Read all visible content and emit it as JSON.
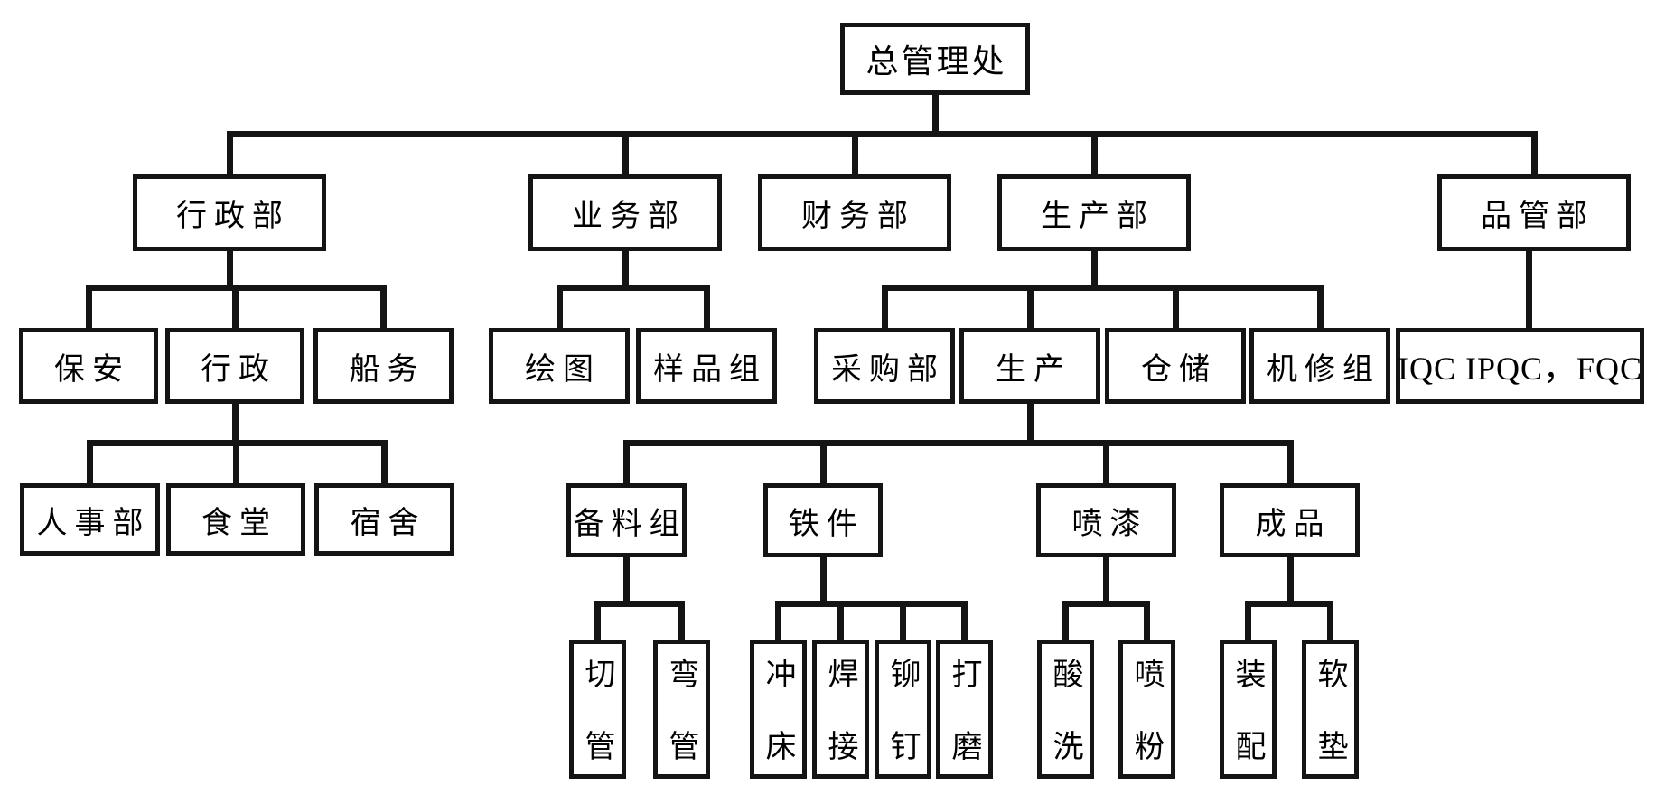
{
  "colors": {
    "background": "#ffffff",
    "line": "#141414",
    "text": "#000000"
  },
  "tree": {
    "label": "总管理处",
    "children": [
      {
        "label": "行政部",
        "children": [
          {
            "label": "保安"
          },
          {
            "label": "行政",
            "children": [
              {
                "label": "人事部"
              },
              {
                "label": "食堂"
              },
              {
                "label": "宿舍"
              }
            ]
          },
          {
            "label": "船务"
          }
        ]
      },
      {
        "label": "业务部",
        "children": [
          {
            "label": "绘图"
          },
          {
            "label": "样品组"
          }
        ]
      },
      {
        "label": "财务部"
      },
      {
        "label": "生产部",
        "children": [
          {
            "label": "采购部"
          },
          {
            "label": "生产",
            "children": [
              {
                "label": "备料组",
                "children": [
                  {
                    "label": "切管"
                  },
                  {
                    "label": "弯管"
                  }
                ]
              },
              {
                "label": "铁件",
                "children": [
                  {
                    "label": "冲床"
                  },
                  {
                    "label": "焊接"
                  },
                  {
                    "label": "铆钉"
                  },
                  {
                    "label": "打磨"
                  }
                ]
              },
              {
                "label": "喷漆",
                "children": [
                  {
                    "label": "酸洗"
                  },
                  {
                    "label": "喷粉"
                  }
                ]
              },
              {
                "label": "成品",
                "children": [
                  {
                    "label": "装配"
                  },
                  {
                    "label": "软垫"
                  }
                ]
              }
            ]
          },
          {
            "label": "仓储"
          },
          {
            "label": "机修组"
          }
        ]
      },
      {
        "label": "品管部",
        "children": [
          {
            "label": "IQC IPQC，FQC"
          }
        ]
      }
    ]
  }
}
